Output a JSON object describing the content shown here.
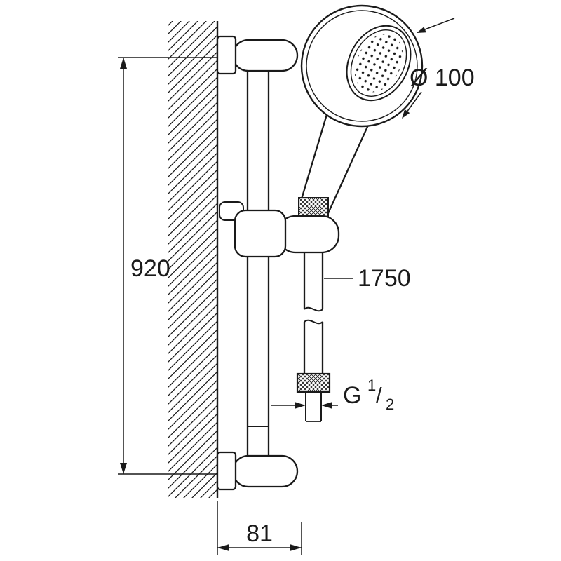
{
  "labels": {
    "rail_height": "920",
    "head_diameter": "Ø 100",
    "hose_length": "1750",
    "wall_distance": "81",
    "thread": {
      "prefix": "G",
      "numerator": "1",
      "slash": "/",
      "denominator": "2"
    }
  },
  "colors": {
    "ink": "#1a1a1a",
    "background": "#ffffff"
  }
}
